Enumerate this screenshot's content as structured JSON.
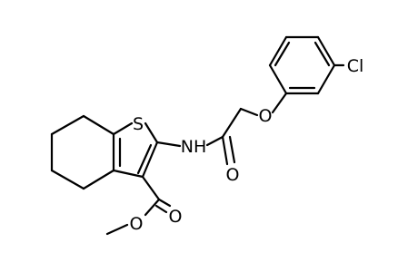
{
  "molecule": {
    "atoms": {
      "s1": "S",
      "nh": "NH",
      "o_carbonyl": "O",
      "o_ether": "O",
      "cl": "Cl",
      "o_ester_dbl": "O",
      "o_ester": "O"
    }
  }
}
